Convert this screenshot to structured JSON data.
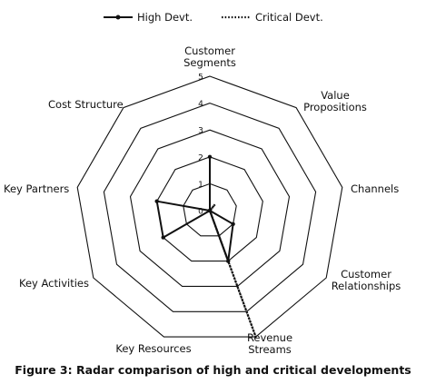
{
  "chart_data": {
    "type": "radar",
    "categories": [
      "Customer Segments",
      "Value Propositions",
      "Channels",
      "Customer Relationships",
      "Revenue Streams",
      "Key Resources",
      "Key Activities",
      "Key Partners",
      "Cost Structure"
    ],
    "rlim": [
      0,
      5
    ],
    "ticks": [
      "0",
      "1",
      "2",
      "3",
      "4",
      "5"
    ],
    "grid": true,
    "legend_position": "top",
    "series": [
      {
        "name": "High Devt.",
        "style": "solid",
        "color": "#111111",
        "values": [
          2,
          0,
          0,
          1,
          2,
          0,
          2,
          2,
          0
        ]
      },
      {
        "name": "Critical Devt.",
        "style": "dotted",
        "color": "#111111",
        "values": [
          0,
          0.3,
          0,
          0,
          5,
          0,
          0,
          0,
          0
        ]
      }
    ]
  },
  "caption": "Figure 3: Radar comparison of high and critical developments"
}
